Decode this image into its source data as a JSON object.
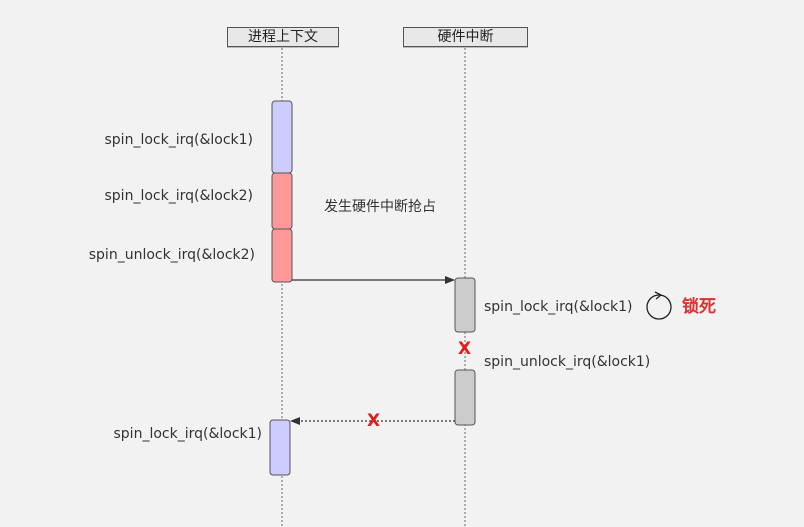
{
  "participants": {
    "process_context": "进程上下文",
    "hardware_interrupt": "硬件中断"
  },
  "messages": {
    "preempt_note": "发生硬件中断抢占",
    "proc_lock1": "spin_lock_irq(&lock1)",
    "proc_lock2": "spin_lock_irq(&lock2)",
    "proc_unlock2": "spin_unlock_irq(&lock2)",
    "irq_lock1": "spin_lock_irq(&lock1)",
    "irq_unlock1": "spin_unlock_irq(&lock1)",
    "proc_lock1_after": "spin_lock_irq(&lock1)",
    "deadlock_label": "锁死"
  },
  "marks": {
    "blocked_x": "X",
    "return_x": "X"
  },
  "icons": {
    "spin": "circular-arrow-icon"
  },
  "colors": {
    "lock1_activation": "#ccccff",
    "lock2_activation": "#ff9999",
    "irq_activation": "#cccccc",
    "error": "#e02020",
    "background": "#f2f2f2"
  }
}
